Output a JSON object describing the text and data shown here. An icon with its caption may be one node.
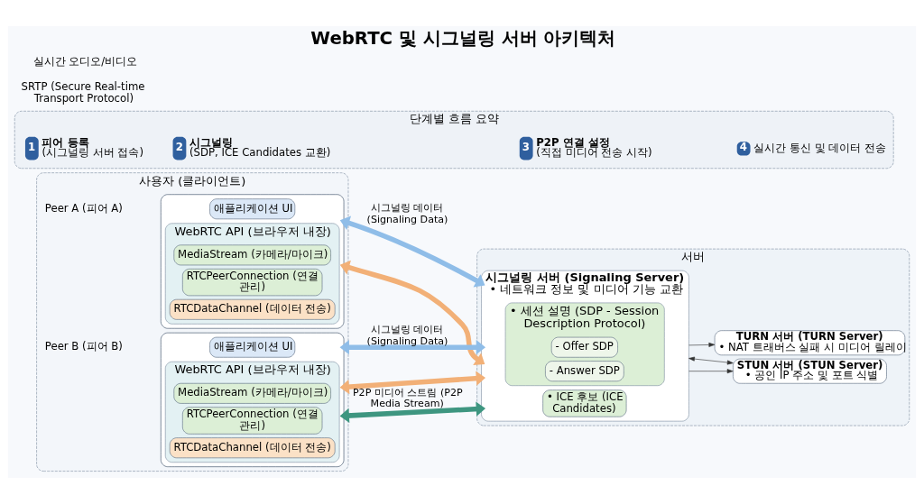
{
  "diagram": {
    "title": "WebRTC 및 시그널링 서버 아키텍처",
    "nodes": [
      {
        "text": [
          "사용자 (클라이언트)"
        ]
      },
      {
        "text": [
          "Peer A (피어 A)"
        ],
        "in": 0
      },
      {
        "text": [],
        "shape": "box",
        "in": 0
      },
      {
        "text": [
          "애플리케이션 UI"
        ],
        "in": 2
      },
      {
        "text": [
          "WebRTC API (브라우저 내장)"
        ],
        "in": 2
      },
      {
        "text": [
          "MediaStream (카메라/마이크)"
        ],
        "in": 4
      },
      {
        "text": [
          "RTCPeerConnection (연결 관리)"
        ],
        "in": 4
      },
      {
        "text": [
          "RTCDataChannel (데이터 전송)"
        ],
        "in": 4
      },
      {
        "text": [
          "Peer B (피어 B)"
        ],
        "in": 0
      },
      {
        "text": [],
        "shape": "box",
        "in": 0
      },
      {
        "text": [
          "애플리케이션 UI"
        ],
        "in": 9
      },
      {
        "text": [
          "WebRTC API (브라우저 내장)"
        ],
        "in": 9
      },
      {
        "text": [
          "MediaStream (카메라/마이크)"
        ],
        "in": 11
      },
      {
        "text": [
          "RTCPeerConnection (연결 관리)"
        ],
        "in": 11
      },
      {
        "text": [
          "RTCDataChannel (데이터 전송)"
        ],
        "in": 11
      },
      {
        "text": [
          "서버"
        ]
      },
      {
        "text": [
          "시그널링 서버 (Signaling Server)",
          "• 네트워크 정보 및 미디어 기능 교환"
        ],
        "in": 15
      },
      {
        "text": [
          "• 세션 설명 (SDP - Session Description Protocol)"
        ],
        "in": 16
      },
      {
        "text": [
          "- Offer SDP"
        ],
        "in": 17
      },
      {
        "text": [
          "- Answer SDP"
        ],
        "in": 17
      },
      {
        "text": [
          "• ICE 후보 (ICE Candidates)"
        ],
        "in": 16
      },
      {
        "text": [
          "STUN 서버 (STUN Server)",
          "• 공인 IP 주소 및 포트 식별"
        ],
        "in": 15
      },
      {
        "text": [
          "TURN 서버 (TURN Server)",
          "• NAT 트래버스 실패 시 미디어 릴레이"
        ],
        "in": 15
      },
      {
        "text": [
          "단계별 흐름 요약"
        ]
      },
      {
        "text": [
          "1"
        ],
        "in": 23,
        "beside": [
          "피어 등록",
          "(시그널링 서버 접속)"
        ]
      },
      {
        "text": [
          "2"
        ],
        "in": 23,
        "beside": [
          "시그널링",
          "(SDP, ICE Candidates 교환)"
        ]
      },
      {
        "text": [
          "3"
        ],
        "in": 23,
        "beside": [
          "P2P 연결 설정",
          "(직접 미디어 전송 시작)"
        ]
      },
      {
        "text": [
          "4"
        ],
        "in": 23,
        "beside": [
          "실시간 통신 및 데이터 전송"
        ]
      }
    ],
    "edges": [
      {
        "from": 2,
        "to": 16,
        "arrow": "both",
        "label": "시그널링 데이터 (Signaling Data)",
        "color": "#8fbde8"
      },
      {
        "from": 2,
        "to": 16,
        "arrow": "both",
        "color": "#f2b077"
      },
      {
        "from": 9,
        "to": 16,
        "arrow": "both",
        "label": "시그널링 데이터 (Signaling Data)",
        "color": "#8fbde8"
      },
      {
        "from": 9,
        "to": 16,
        "arrow": "both",
        "color": "#f2b077"
      },
      {
        "from": 9,
        "to": 16,
        "arrow": "both",
        "label": "P2P 미디어 스트림 (P2P Media Stream)",
        "color": "#3e9680"
      },
      {
        "from": 16,
        "to": 21,
        "arrow": "both"
      },
      {
        "from": 16,
        "to": 21,
        "arrow": "to"
      },
      {
        "from": 16,
        "to": 22,
        "arrow": "to"
      }
    ],
    "labels": [
      "실시간 오디오/비디오",
      "SRTP (Secure Real-time Transport Protocol)"
    ]
  }
}
